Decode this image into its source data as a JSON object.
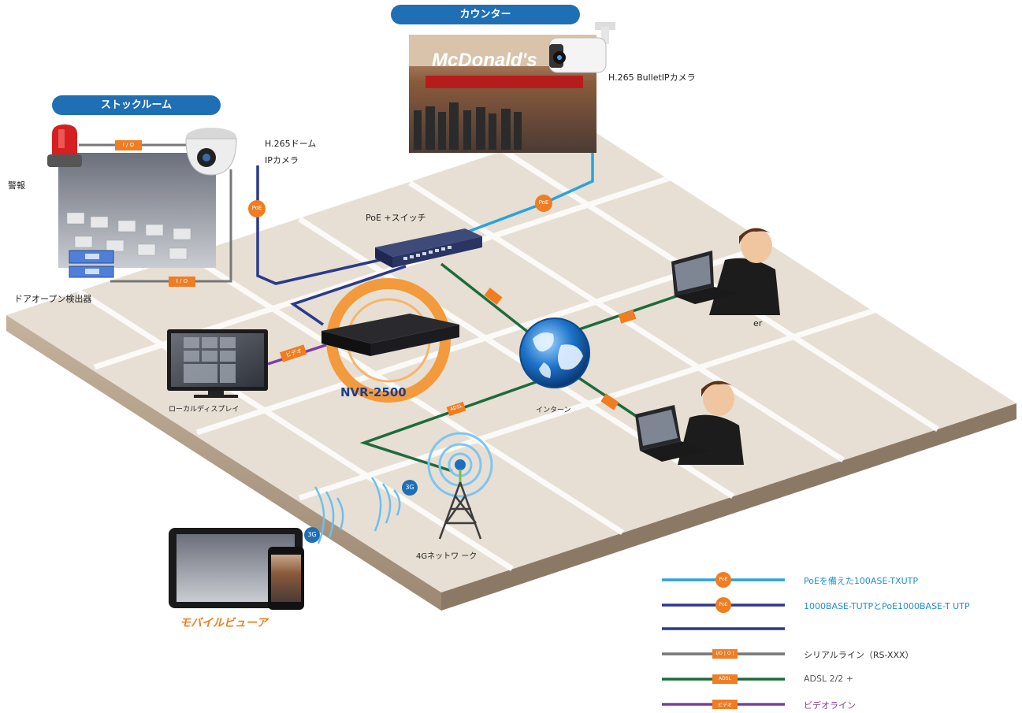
{
  "sections": {
    "counter": "カウンター",
    "stockroom": "ストックルーム"
  },
  "devices": {
    "bullet_camera": "H.265 BulletIPカメラ",
    "dome_camera_line1": "H.265ドーム",
    "dome_camera_line2": "IPカメラ",
    "alarm": "警報",
    "door_detector": "ドアオープン検出器",
    "poe_switch": "PoE +スイッチ",
    "nvr": "NVR-2500",
    "local_display": "ローカルディスプレイ",
    "internet": "インターン",
    "tower": "4Gネットワ ーク",
    "remote_user": "er",
    "mobile_viewer": "モバイルビューア",
    "store_sign": "McDonald's"
  },
  "tags": {
    "poe": "PoE",
    "io": "I / O",
    "video": "ビデオ",
    "adsl": "ADSL",
    "g3": "3G"
  },
  "legend": [
    {
      "text": "PoEを備えた100ASE-TXUTP",
      "tag": "PoE",
      "line_color": "#29a3dc",
      "text_color": "#1f8fd0"
    },
    {
      "text": "1000BASE-TUTPとPoE1000BASE-T UTP",
      "tag": "PoE",
      "line_color": "#2a3a8c",
      "text_color": "#1f8fd0"
    },
    {
      "text": "",
      "tag": "",
      "line_color": "#2a3a8c",
      "text_color": "#1f8fd0"
    },
    {
      "text": "シリアルライン（RS-XXX）",
      "tag": "I/O | O |",
      "line_color": "#777777",
      "text_color": "#333333"
    },
    {
      "text": "ADSL 2/2 +",
      "tag": "ADSL",
      "line_color": "#1e6b3c",
      "text_color": "#555555"
    },
    {
      "text": "ビデオライン",
      "tag": "ビデオ",
      "line_color": "#7b3fa0",
      "text_color": "#7b3fa0"
    }
  ],
  "colors": {
    "accent": "#1f6fb5",
    "tag_orange": "#f07d22",
    "poe_line": "#29a3dc",
    "gigabit_line": "#2a3a8c",
    "serial_line": "#777777",
    "adsl_line": "#1e6b3c",
    "video_line": "#7b3fa0",
    "floor": "#e8e0d4",
    "floor_edge": "#b8a896"
  }
}
